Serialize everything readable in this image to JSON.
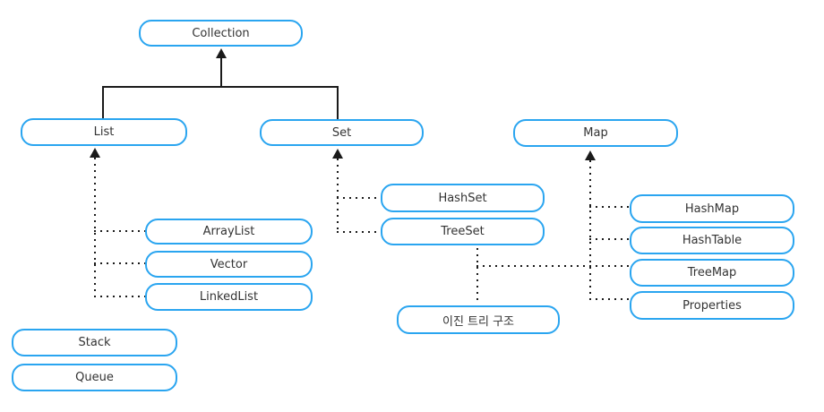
{
  "diagram_type": "class-hierarchy",
  "colors": {
    "node_border": "#2AA5F0",
    "line": "#1a1a1a",
    "text": "#333333",
    "background": "#ffffff"
  },
  "nodes": {
    "collection": "Collection",
    "list": "List",
    "set": "Set",
    "map": "Map",
    "arraylist": "ArrayList",
    "vector": "Vector",
    "linkedlist": "LinkedList",
    "stack": "Stack",
    "queue": "Queue",
    "hashset": "HashSet",
    "treeset": "TreeSet",
    "hashmap": "HashMap",
    "hashtable": "HashTable",
    "treemap": "TreeMap",
    "properties": "Properties",
    "binary_tree": "이진 트리 구조"
  },
  "edges": [
    {
      "from": "List",
      "to": "Collection",
      "style": "solid-arrow"
    },
    {
      "from": "Set",
      "to": "Collection",
      "style": "solid-arrow"
    },
    {
      "from": "ArrayList",
      "to": "List",
      "style": "dotted-arrow"
    },
    {
      "from": "Vector",
      "to": "List",
      "style": "dotted-arrow"
    },
    {
      "from": "LinkedList",
      "to": "List",
      "style": "dotted-arrow"
    },
    {
      "from": "HashSet",
      "to": "Set",
      "style": "dotted-arrow"
    },
    {
      "from": "TreeSet",
      "to": "Set",
      "style": "dotted-arrow"
    },
    {
      "from": "TreeSet",
      "to": "이진 트리 구조",
      "style": "dotted"
    },
    {
      "from": "TreeSet",
      "to": "TreeMap",
      "style": "dotted"
    },
    {
      "from": "HashMap",
      "to": "Map",
      "style": "dotted-arrow"
    },
    {
      "from": "HashTable",
      "to": "Map",
      "style": "dotted-arrow"
    },
    {
      "from": "TreeMap",
      "to": "Map",
      "style": "dotted"
    },
    {
      "from": "Properties",
      "to": "Map",
      "style": "dotted-arrow"
    }
  ]
}
